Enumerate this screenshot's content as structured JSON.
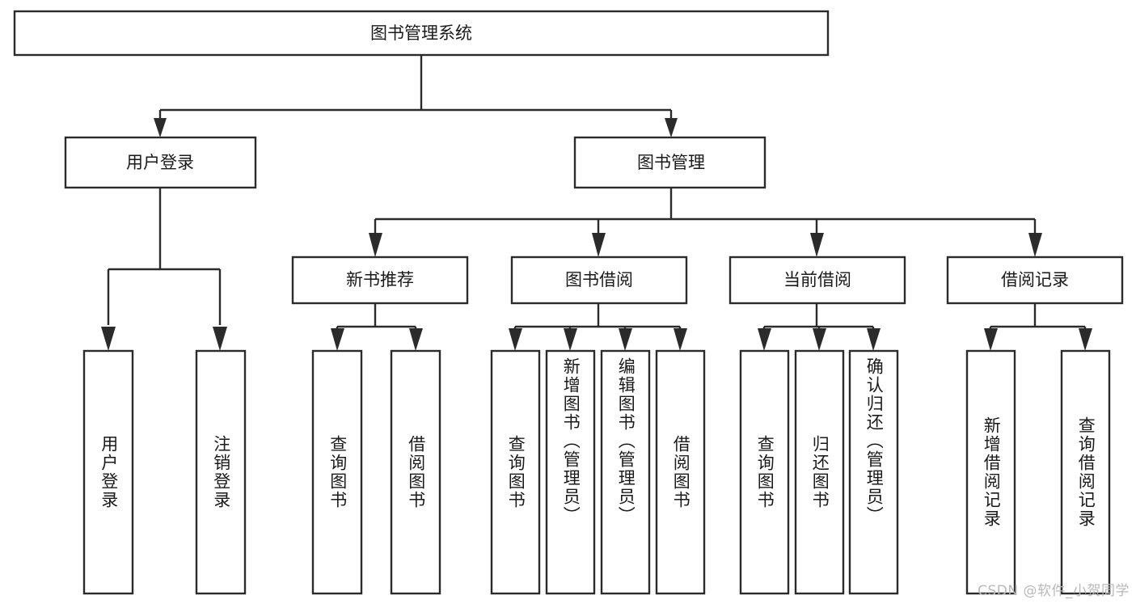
{
  "diagram": {
    "type": "hierarchy-tree",
    "title": "图书管理系统",
    "watermark": "CSDN @软件_小贺同学",
    "colors": {
      "background": "#ffffff",
      "box_border": "#2b2b2b",
      "box_fill": "#ffffff",
      "text": "#1a1a1a",
      "watermark": "#b9b9b9"
    },
    "levels": {
      "root": "图书管理系统",
      "level2": [
        "用户登录",
        "图书管理"
      ],
      "level3": [
        "新书推荐",
        "图书借阅",
        "当前借阅",
        "借阅记录"
      ]
    },
    "nodes": {
      "root": {
        "label": "图书管理系统",
        "orientation": "horizontal"
      },
      "user_login": {
        "label": "用户登录",
        "orientation": "horizontal"
      },
      "book_manage": {
        "label": "图书管理",
        "orientation": "horizontal"
      },
      "new_book_rec": {
        "label": "新书推荐",
        "orientation": "horizontal"
      },
      "book_borrow": {
        "label": "图书借阅",
        "orientation": "horizontal"
      },
      "current_borrow": {
        "label": "当前借阅",
        "orientation": "horizontal"
      },
      "borrow_record": {
        "label": "借阅记录",
        "orientation": "horizontal"
      },
      "leaf_1": {
        "label": "用户登录",
        "orientation": "vertical"
      },
      "leaf_2": {
        "label": "注销登录",
        "orientation": "vertical"
      },
      "leaf_3": {
        "label": "查询图书",
        "orientation": "vertical"
      },
      "leaf_4": {
        "label": "借阅图书",
        "orientation": "vertical"
      },
      "leaf_5": {
        "label": "查询图书",
        "orientation": "vertical"
      },
      "leaf_6": {
        "label": "新增图书（管理员）",
        "orientation": "vertical"
      },
      "leaf_7": {
        "label": "编辑图书（管理员）",
        "orientation": "vertical"
      },
      "leaf_8": {
        "label": "借阅图书",
        "orientation": "vertical"
      },
      "leaf_9": {
        "label": "查询图书",
        "orientation": "vertical"
      },
      "leaf_10": {
        "label": "归还图书",
        "orientation": "vertical"
      },
      "leaf_11": {
        "label": "确认归还（管理员）",
        "orientation": "vertical"
      },
      "leaf_12": {
        "label": "新增借阅记录",
        "orientation": "vertical"
      },
      "leaf_13": {
        "label": "查询借阅记录",
        "orientation": "vertical"
      }
    },
    "edges": [
      {
        "from": "root",
        "to": "user_login"
      },
      {
        "from": "root",
        "to": "book_manage"
      },
      {
        "from": "user_login",
        "to": "leaf_1"
      },
      {
        "from": "user_login",
        "to": "leaf_2"
      },
      {
        "from": "book_manage",
        "to": "new_book_rec"
      },
      {
        "from": "book_manage",
        "to": "book_borrow"
      },
      {
        "from": "book_manage",
        "to": "current_borrow"
      },
      {
        "from": "book_manage",
        "to": "borrow_record"
      },
      {
        "from": "new_book_rec",
        "to": "leaf_3"
      },
      {
        "from": "new_book_rec",
        "to": "leaf_4"
      },
      {
        "from": "book_borrow",
        "to": "leaf_5"
      },
      {
        "from": "book_borrow",
        "to": "leaf_6"
      },
      {
        "from": "book_borrow",
        "to": "leaf_7"
      },
      {
        "from": "book_borrow",
        "to": "leaf_8"
      },
      {
        "from": "current_borrow",
        "to": "leaf_9"
      },
      {
        "from": "current_borrow",
        "to": "leaf_10"
      },
      {
        "from": "current_borrow",
        "to": "leaf_11"
      },
      {
        "from": "borrow_record",
        "to": "leaf_12"
      },
      {
        "from": "borrow_record",
        "to": "leaf_13"
      }
    ]
  }
}
